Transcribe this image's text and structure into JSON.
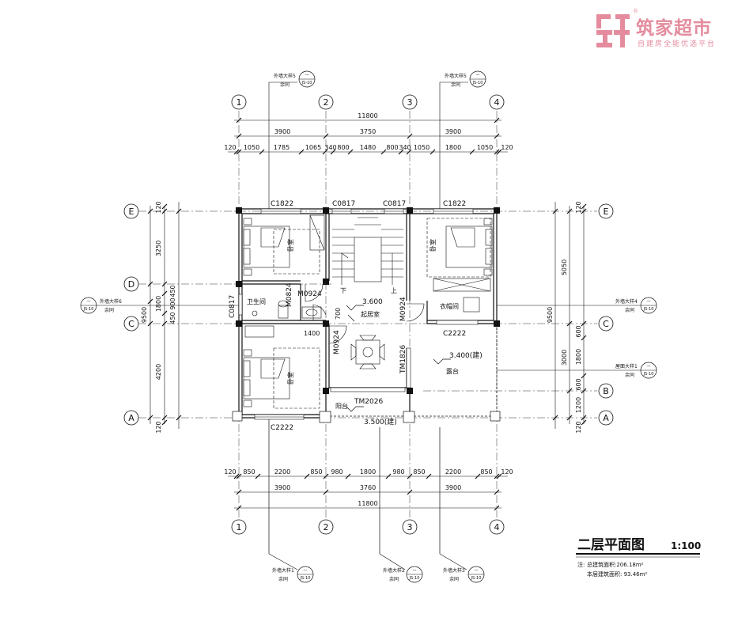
{
  "watermark": {
    "name": "筑家超市",
    "slogan": "自建房全能优选平台",
    "registered": "®",
    "color": "#e48c9e"
  },
  "drawing": {
    "title": "二层平面图",
    "scale": "1:100",
    "note_label": "注:",
    "note_total": "总建筑面积:206.18m²",
    "note_floor": "本层建筑面积: 93.46m²"
  },
  "axes": {
    "vertical": [
      "1",
      "2",
      "3",
      "4"
    ],
    "horizontal": [
      "E",
      "D",
      "C",
      "B",
      "A"
    ]
  },
  "dims": {
    "top_total": "11800",
    "top_mid": [
      "3900",
      "3750",
      "3900"
    ],
    "top_detail": [
      "120",
      "1050",
      "1785",
      "1065",
      "340",
      "800",
      "1480",
      "800",
      "340",
      "1050",
      "1800",
      "1050",
      "120"
    ],
    "bottom_detail": [
      "120",
      "850",
      "2200",
      "850",
      "980",
      "1800",
      "980",
      "850",
      "2200",
      "850",
      "120"
    ],
    "bottom_mid": [
      "3900",
      "3760",
      "3900"
    ],
    "bottom_total": "11800",
    "left_detail": [
      "120",
      "3250",
      "450",
      "900",
      "1800",
      "450",
      "120"
    ],
    "left_mid": [
      "1800",
      "4200"
    ],
    "left_total": "9500",
    "right_detail": [
      "120",
      "600",
      "1800",
      "600",
      "1200",
      "120"
    ],
    "right_mid": [
      "5050",
      "3000"
    ],
    "right_total": "9500"
  },
  "rooms": {
    "bedroom_ne": "卧室",
    "bedroom_nw": "卧室",
    "bedroom_sw": "卧室",
    "bath": "卫生间",
    "living": "起居室",
    "closet": "衣帽间",
    "terrace": "露台",
    "balcony": "阳台",
    "stair_down": "下",
    "stair_up": "上"
  },
  "openings": {
    "c1822_a": "C1822",
    "c0817_a": "C0817",
    "c0817_b": "C0817",
    "c1822_b": "C1822",
    "m0924_a": "M0924",
    "m0824": "M0824",
    "c0817_side": "C0817",
    "m0924_b": "M0924",
    "m0924_c": "M0924",
    "c2222_a": "C2222",
    "tm1826": "TM1826",
    "tm2026": "TM2026",
    "c2222_b": "C2222",
    "w1400": "1400",
    "w700": "700"
  },
  "levels": {
    "living": "3.600",
    "terrace": "3.400(建)",
    "balcony": "3.500(建)"
  },
  "callouts": {
    "top1": "外墙大样5",
    "top2": "外墙大样5",
    "left": "外墙大样6",
    "right1": "外墙大样4",
    "right2": "屋面大样1",
    "bot1": "外墙大样1",
    "bot2": "外墙大样2",
    "bot3": "外墙大样3",
    "ref": "余同",
    "circle_top": "一",
    "circle_bot": "JS-10"
  }
}
